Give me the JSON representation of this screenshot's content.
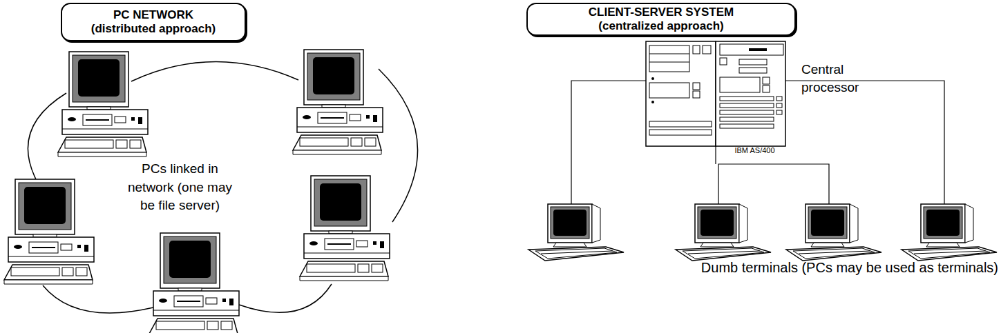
{
  "diagram": {
    "nodes": [
      {
        "text": [
          "PC NETWORK (distributed approach)"
        ]
      },
      {
        "text": [
          "CLIENT-SERVER SYSTEM (centralized approach)"
        ]
      }
    ],
    "labels": [
      "PCs linked in network (one may be file server)",
      "Central processor",
      "IBM AS/400",
      "Dumb terminals (PCs may be used as terminals)"
    ]
  }
}
